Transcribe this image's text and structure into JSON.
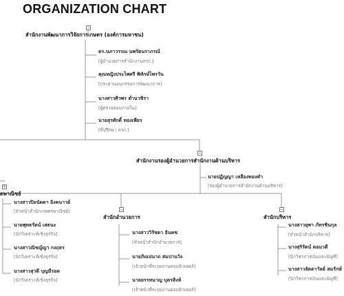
{
  "title": "ORGANIZATION CHART",
  "root": {
    "unit": "สำนักงานพัฒนาการวิจัยการเกษตร (องค์การมหาชน)",
    "toggle": "−",
    "members": [
      {
        "name": "ดร.นภาวรรณ นพรัตนราภรณ์",
        "role": "[ผู้อำนวยการสำนักงานสวก.]"
      },
      {
        "name": "คุณหญิงประไพศรี พิทักษ์ไพรวัน",
        "role": "[ประธานอนุกรรมการพัฒนาการ]"
      },
      {
        "name": "นางสาวศิวพร ต่ำนวชิรา",
        "role": "[ผู้ตรวจสอบภายใน]"
      },
      {
        "name": "นายสุรศักดิ์ ทองเพียร",
        "role": "[ที่ปรึกษา สวก.]"
      }
    ]
  },
  "deputy": {
    "unit": "สำนักงานรองผู้อำนวยการสำนักงานด้านบริหาร",
    "toggle": "−",
    "members": [
      {
        "name": "นายปฏิญญา เหลืองทองคำ",
        "role": "[รองผู้อำนวยการสำนักงานด้านบริหาร]"
      }
    ]
  },
  "left_branch": {
    "unit": "ดพาณิชย์",
    "toggle": "+",
    "members": [
      {
        "name": "นางสาวปิยนัดดา อิงคนาวย์",
        "role": "[หัวหน้าสำนักเกษตรพาณิชย์]"
      },
      {
        "name": "นายพุทธรัตน์ เสธนะ",
        "role": "[นักวิเคราะห์เชิงธุรกิจ]"
      },
      {
        "name": "นางสาวณิชญ์ญา กงฤธร",
        "role": "[นักวิเคราะห์เชิงธุรกิจ]"
      },
      {
        "name": "นางสาวสุวดี บุญมีรอด",
        "role": "[นักวิเคราะห์เชิงธุรกิจ]"
      }
    ]
  },
  "director_office": {
    "unit": "สำนักอำนวยการ",
    "toggle": "−",
    "members": [
      {
        "name": "นางสาววิรัชดา อินคช",
        "role": "[หัวหน้าสำนักอำนวยการ]"
      },
      {
        "name": "นายภิณปนาถ สมปานวัง",
        "role": "[เจ้าหน้าที่ระบบงานคอมพิวเตอร์]"
      },
      {
        "name": "นายยรรทนาญ บุตรสิงห์",
        "role": "[เจ้าหน้าที่ระบบงานคอมพิวเตอร์]"
      }
    ]
  },
  "admin_office": {
    "unit": "สำนักบริหาร",
    "toggle": "−",
    "members": [
      {
        "name": "นางสาวยุพา ภัทรชินกุล",
        "role": "[หัวหน้าสำนักบริหาร]"
      },
      {
        "name": "นางสุริรัตน์ ดอมวดี",
        "role": "[นักวิชาการเงินและบัญชี]"
      },
      {
        "name": "นางสาวลัดดาวัลย์ สมรักษ์",
        "role": "[นักวิชาการเงินและบัญชี]"
      }
    ]
  }
}
